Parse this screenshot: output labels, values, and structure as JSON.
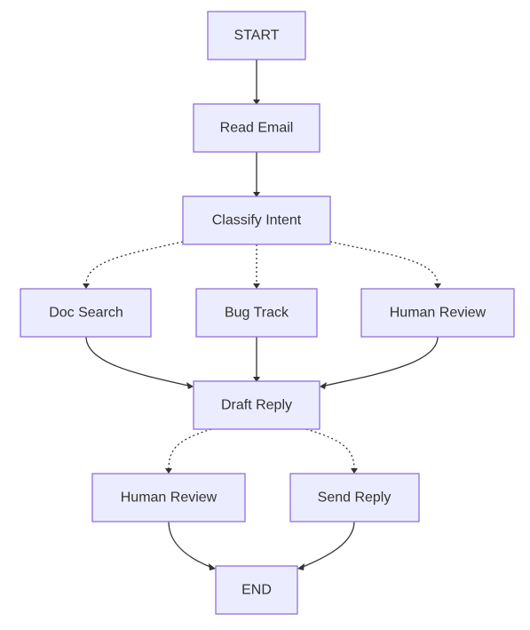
{
  "colors": {
    "node_fill": "#ECECFF",
    "node_border": "#9370DB",
    "edge": "#333333",
    "text": "#333333"
  },
  "nodes": [
    {
      "id": "start",
      "label": "START"
    },
    {
      "id": "read_email",
      "label": "Read Email"
    },
    {
      "id": "classify_intent",
      "label": "Classify Intent"
    },
    {
      "id": "doc_search",
      "label": "Doc Search"
    },
    {
      "id": "bug_track",
      "label": "Bug Track"
    },
    {
      "id": "human_review_1",
      "label": "Human Review"
    },
    {
      "id": "draft_reply",
      "label": "Draft Reply"
    },
    {
      "id": "human_review_2",
      "label": "Human Review"
    },
    {
      "id": "send_reply",
      "label": "Send Reply"
    },
    {
      "id": "end",
      "label": "END"
    }
  ],
  "edges": [
    {
      "from": "start",
      "to": "read_email",
      "style": "solid"
    },
    {
      "from": "read_email",
      "to": "classify_intent",
      "style": "solid"
    },
    {
      "from": "classify_intent",
      "to": "doc_search",
      "style": "dotted"
    },
    {
      "from": "classify_intent",
      "to": "bug_track",
      "style": "dotted"
    },
    {
      "from": "classify_intent",
      "to": "human_review_1",
      "style": "dotted"
    },
    {
      "from": "doc_search",
      "to": "draft_reply",
      "style": "solid"
    },
    {
      "from": "bug_track",
      "to": "draft_reply",
      "style": "solid"
    },
    {
      "from": "human_review_1",
      "to": "draft_reply",
      "style": "solid"
    },
    {
      "from": "draft_reply",
      "to": "human_review_2",
      "style": "dotted"
    },
    {
      "from": "draft_reply",
      "to": "send_reply",
      "style": "dotted"
    },
    {
      "from": "human_review_2",
      "to": "end",
      "style": "solid"
    },
    {
      "from": "send_reply",
      "to": "end",
      "style": "solid"
    }
  ]
}
